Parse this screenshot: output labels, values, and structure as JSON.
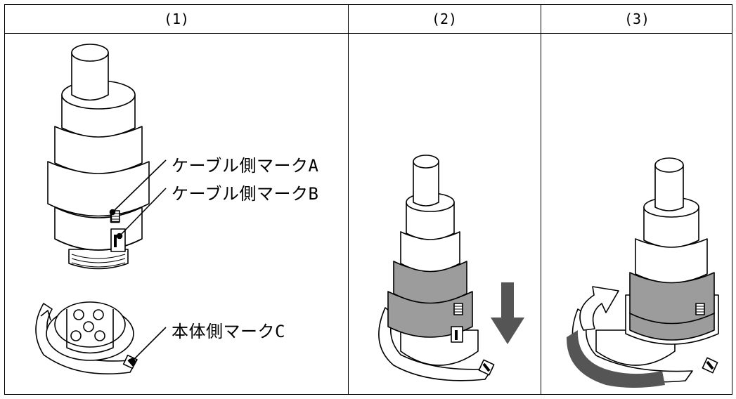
{
  "columns": [
    {
      "header": "(1)"
    },
    {
      "header": "(2)"
    },
    {
      "header": "(3)"
    }
  ],
  "labels": {
    "mark_a": "ケーブル側マークA",
    "mark_b": "ケーブル側マークB",
    "mark_c": "本体側マークC"
  },
  "colors": {
    "line": "#000000",
    "fill": "#ffffff",
    "gray_ring": "#9c9c9c",
    "arrow": "#555555"
  },
  "icons": [
    "down-arrow-icon",
    "rotate-arrow-icon"
  ]
}
